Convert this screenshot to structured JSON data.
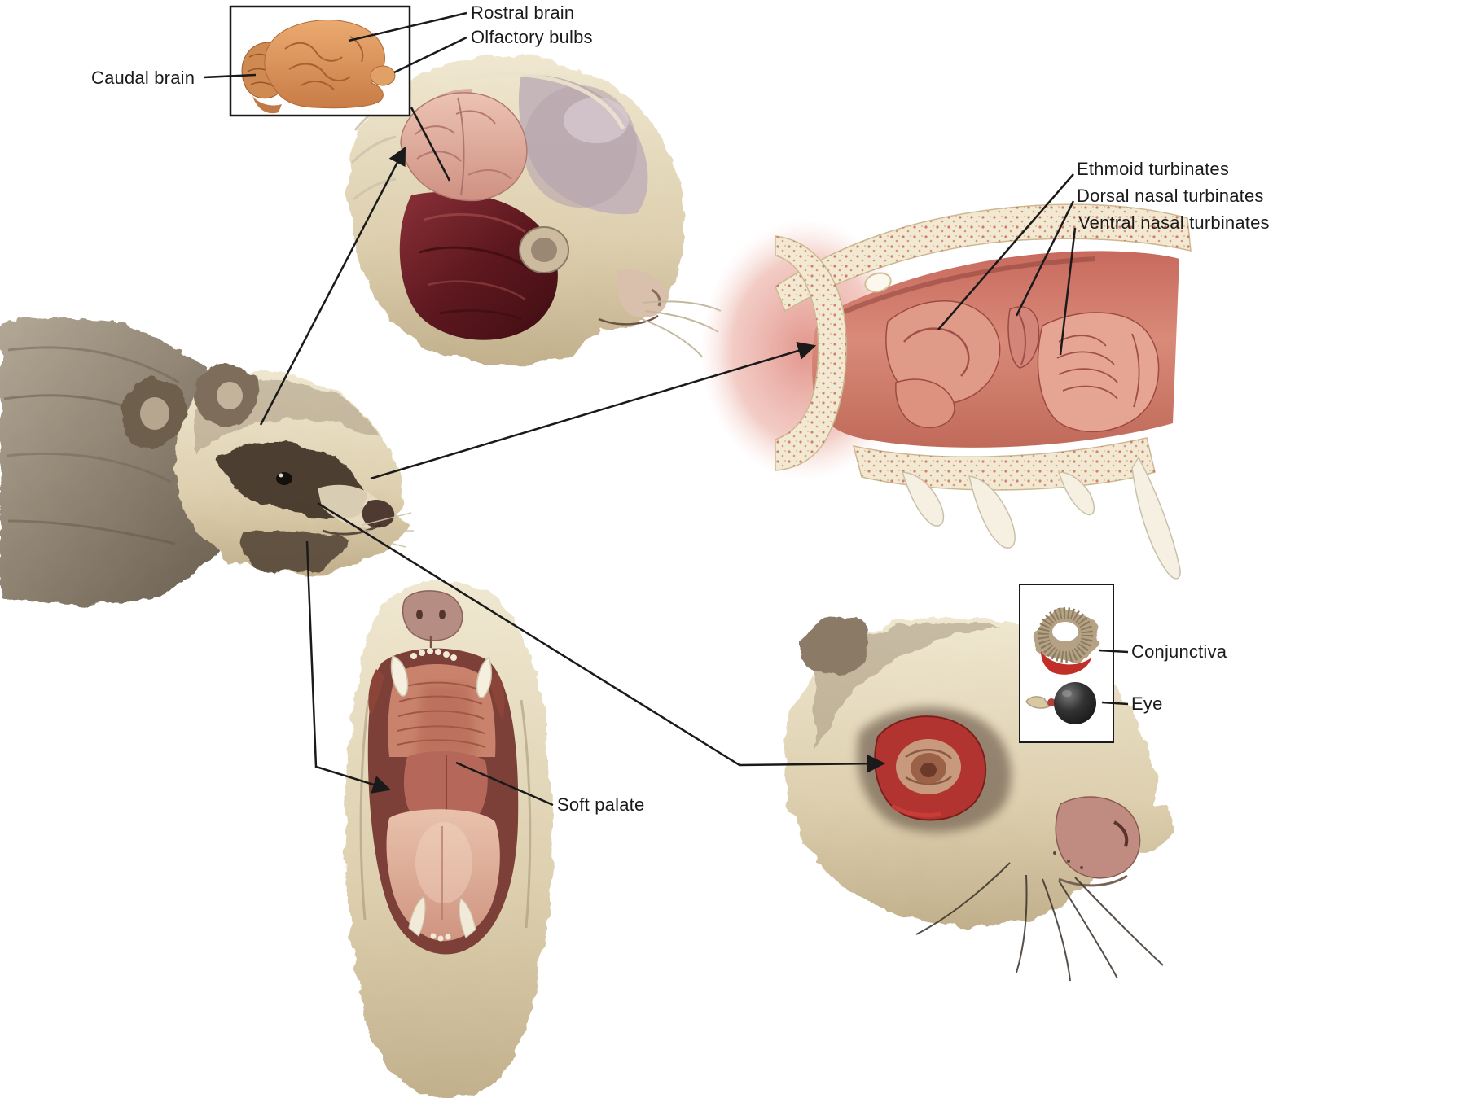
{
  "figure": {
    "labels": {
      "rostral_brain": "Rostral brain",
      "olfactory_bulbs": "Olfactory bulbs",
      "caudal_brain": "Caudal brain",
      "ethmoid_turbinates": "Ethmoid turbinates",
      "dorsal_nasal_turbinates": "Dorsal nasal turbinates",
      "ventral_nasal_turbinates": "Ventral nasal turbinates",
      "conjunctiva": "Conjunctiva",
      "eye": "Eye",
      "soft_palate": "Soft palate"
    },
    "colors": {
      "background": "#ffffff",
      "line": "#1a1a1a",
      "label_text": "#1a1a1a",
      "brain_orange": "#d98d54",
      "brain_pink": "#e0ab9d",
      "muscle_dark": "#5e181f",
      "bone_cream": "#f2e9d2",
      "bone_speckle": "#c24438",
      "mucosa_salmon": "#d98a78",
      "fur_cream": "#ddcfae",
      "fur_gray": "#8d8170",
      "mask_brown": "#3f3328",
      "red_tissue": "#b23430",
      "tongue_pink": "#e0ac96"
    }
  }
}
